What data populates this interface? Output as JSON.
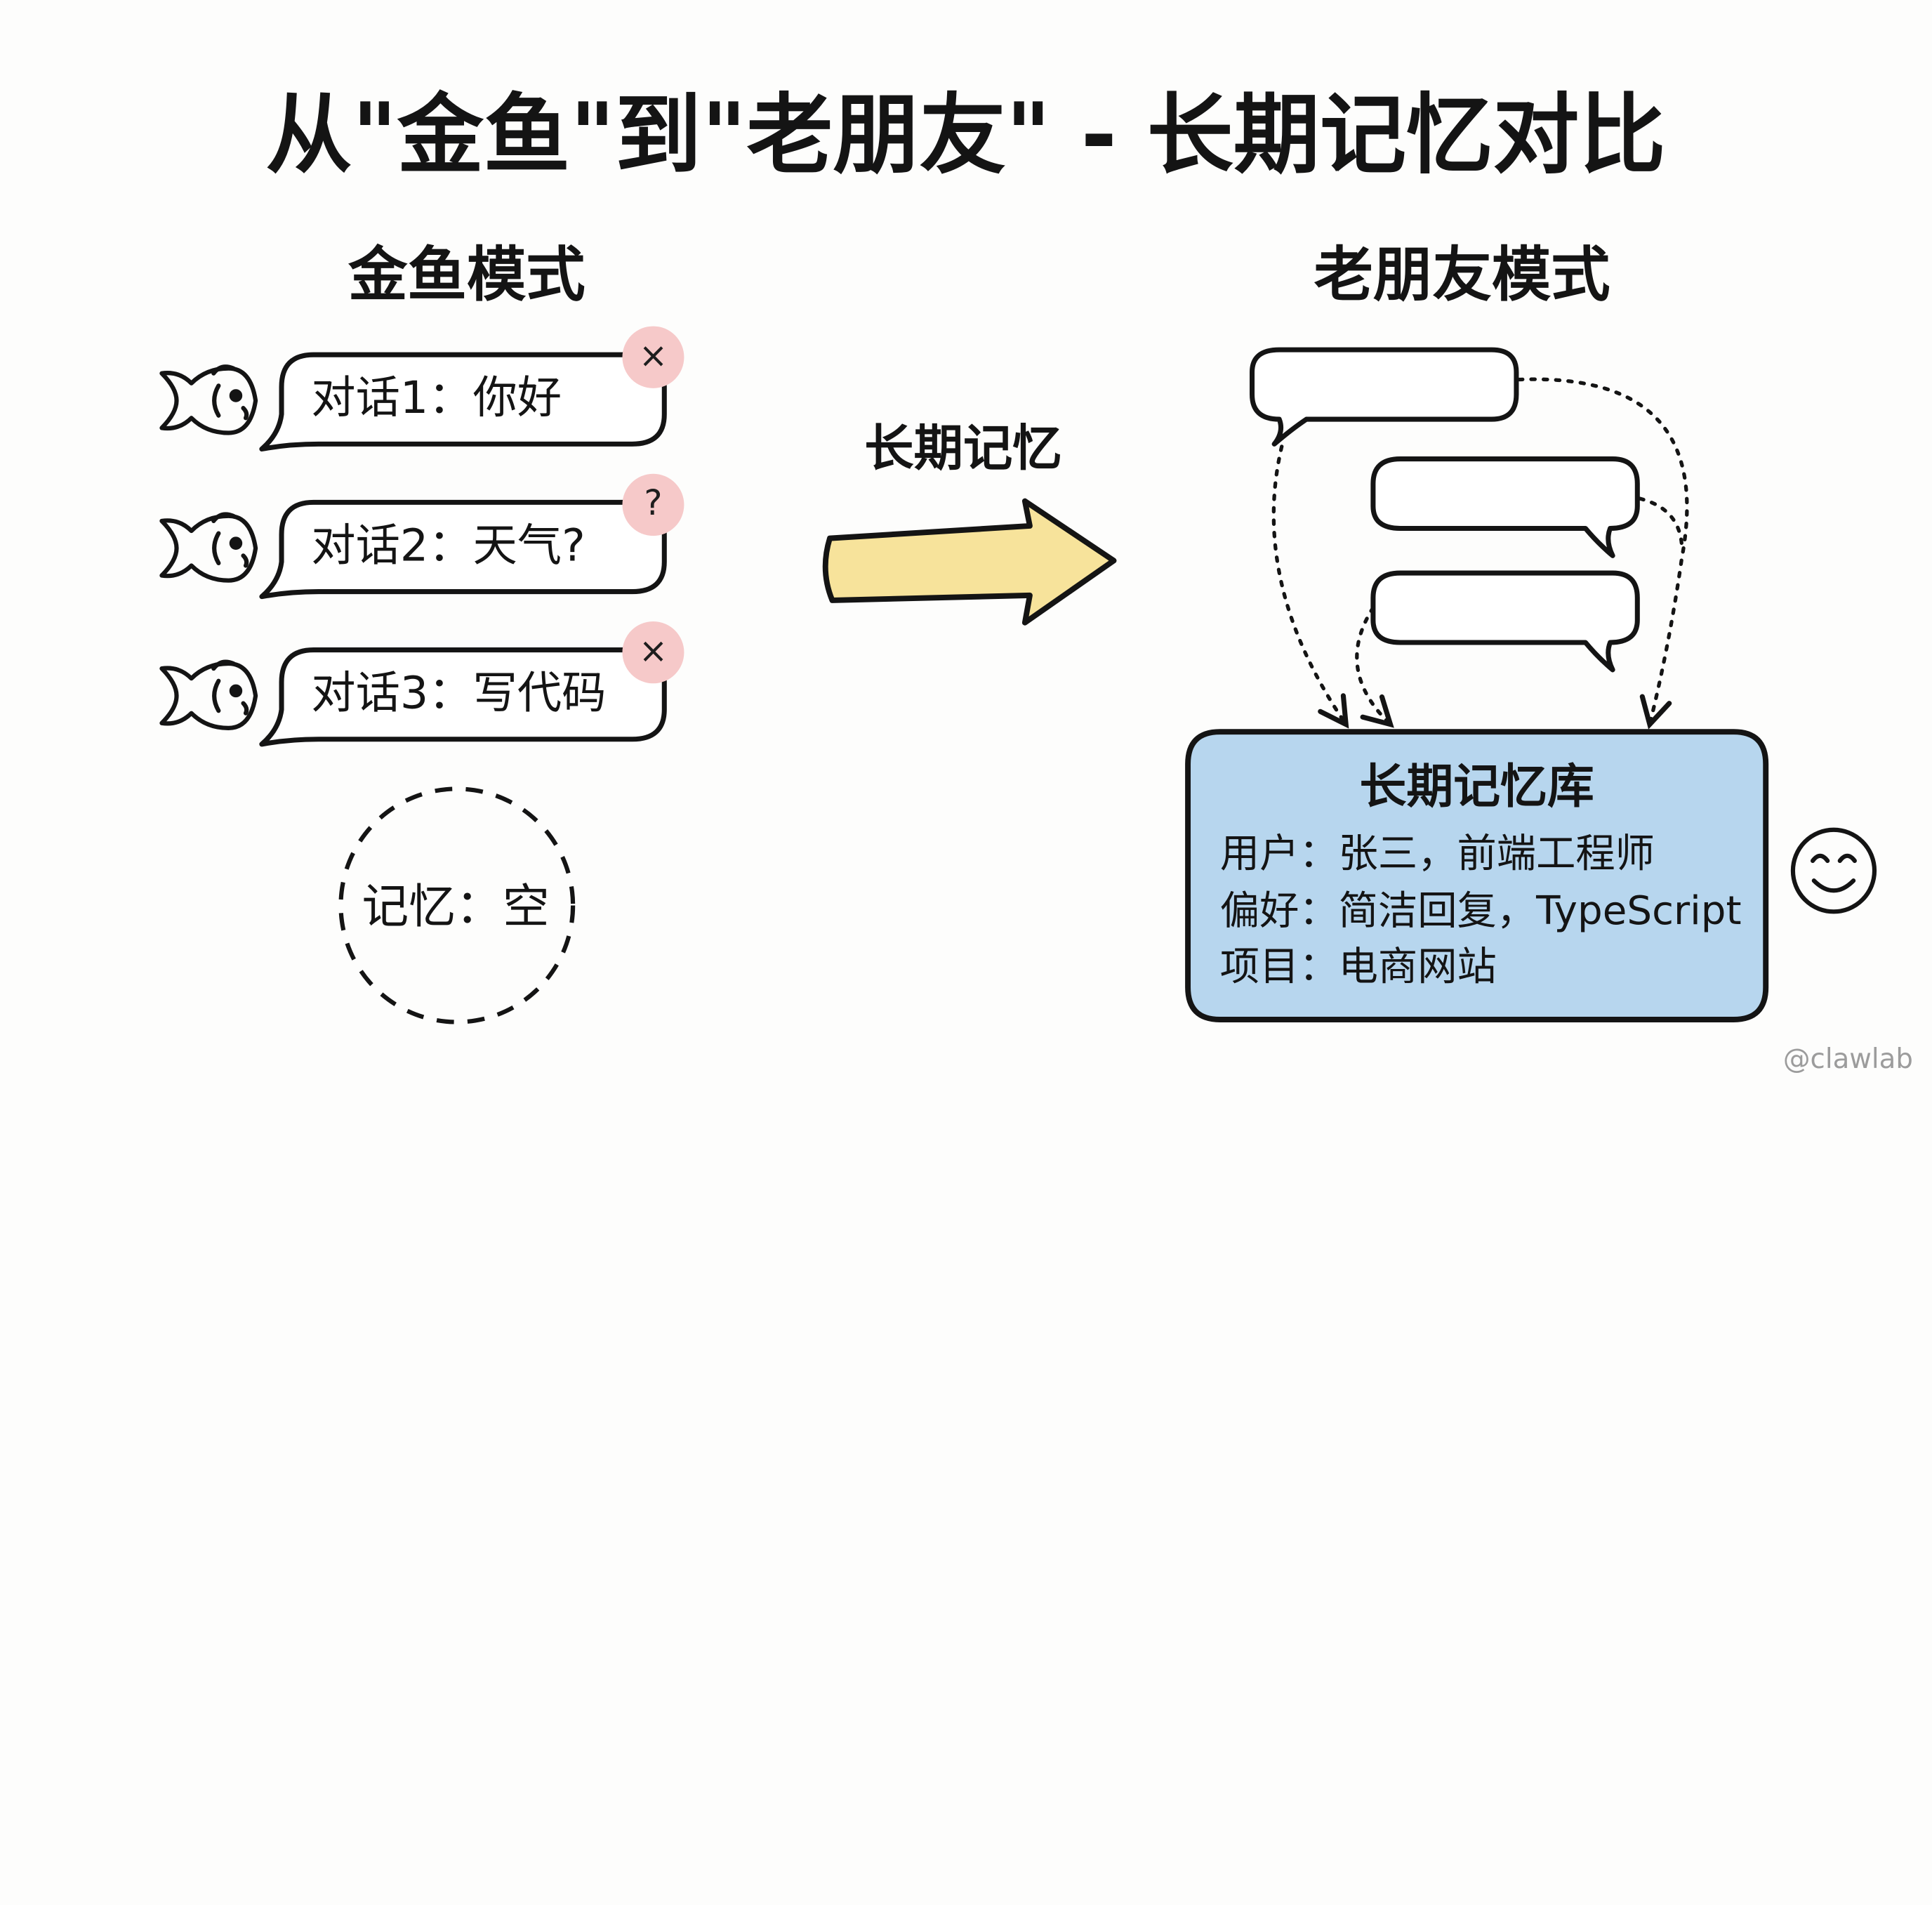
{
  "title": "从\"金鱼\"到\"老朋友\" - 长期记忆对比",
  "goldfish": {
    "heading": "金鱼模式",
    "conversations": [
      {
        "text": "对话1：你好",
        "badge": "×",
        "badge_color": "#f6c9c9"
      },
      {
        "text": "对话2：天气?",
        "badge": "?",
        "badge_color": "#f6c9c9"
      },
      {
        "text": "对话3：写代码",
        "badge": "×",
        "badge_color": "#f6c9c9"
      }
    ],
    "memory": "记忆：空"
  },
  "arrow": {
    "label": "长期记忆",
    "color": "#f7e39b"
  },
  "friend": {
    "heading": "老朋友模式",
    "library": {
      "title": "长期记忆库",
      "fill": "#b7d6ee",
      "rows": [
        "用户：张三，前端工程师",
        "偏好：简洁回复，TypeScript",
        "项目：电商网站"
      ]
    }
  },
  "watermark": "@clawlab",
  "icons": [
    "fish-icon",
    "close-icon",
    "question-icon",
    "smiley-icon"
  ]
}
